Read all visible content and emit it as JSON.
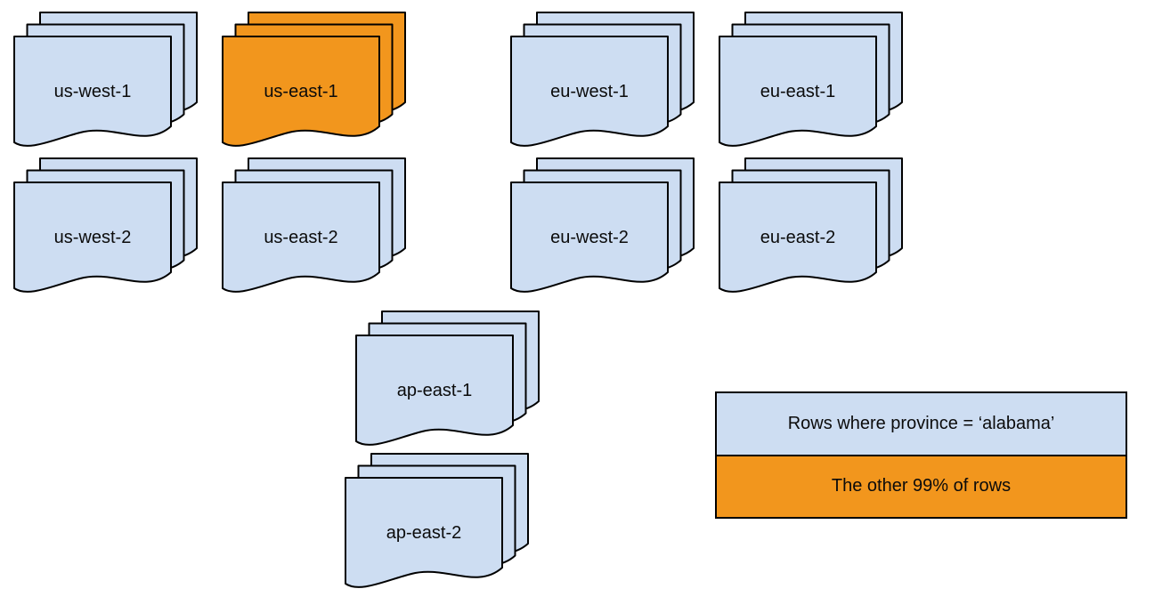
{
  "diagram": {
    "description_colors": {
      "region_fill": "#CDDDF2",
      "highlight_fill": "#F2961D",
      "outline": "#000000"
    },
    "stacks": [
      {
        "id": "us-west-1",
        "label": "us-west-1",
        "highlighted": false
      },
      {
        "id": "us-east-1",
        "label": "us-east-1",
        "highlighted": true
      },
      {
        "id": "eu-west-1",
        "label": "eu-west-1",
        "highlighted": false
      },
      {
        "id": "eu-east-1",
        "label": "eu-east-1",
        "highlighted": false
      },
      {
        "id": "us-west-2",
        "label": "us-west-2",
        "highlighted": false
      },
      {
        "id": "us-east-2",
        "label": "us-east-2",
        "highlighted": false
      },
      {
        "id": "eu-west-2",
        "label": "eu-west-2",
        "highlighted": false
      },
      {
        "id": "eu-east-2",
        "label": "eu-east-2",
        "highlighted": false
      },
      {
        "id": "ap-east-1",
        "label": "ap-east-1",
        "highlighted": false
      },
      {
        "id": "ap-east-2",
        "label": "ap-east-2",
        "highlighted": false
      }
    ],
    "legend": {
      "items": [
        {
          "label": "Rows where province = ‘alabama’",
          "color": "#CDDDF2"
        },
        {
          "label": "The other 99% of rows",
          "color": "#F2961D"
        }
      ]
    }
  }
}
